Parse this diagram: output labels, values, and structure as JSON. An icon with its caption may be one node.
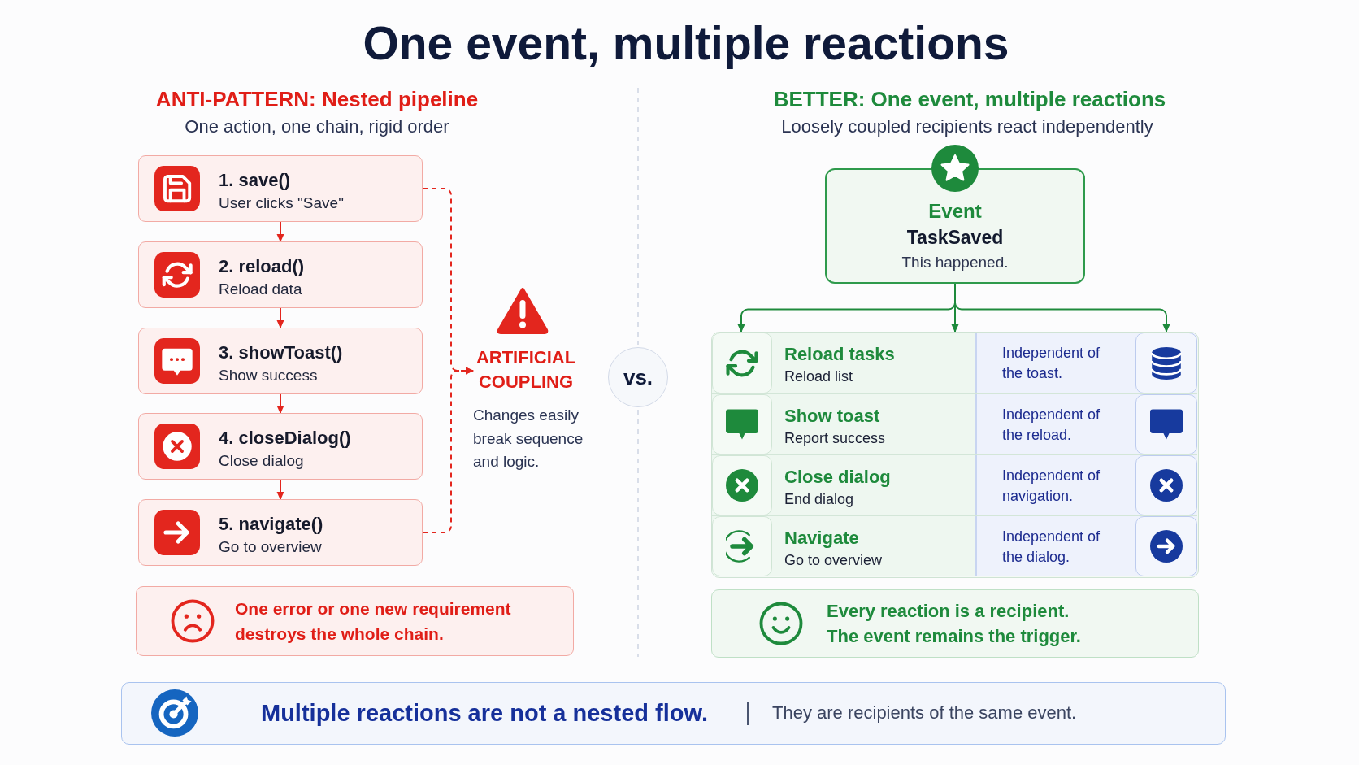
{
  "diagram": {
    "title": "One event, multiple reactions",
    "nodes": [
      {
        "text": [
          "1. save()",
          "User clicks \"Save\""
        ]
      },
      {
        "text": [
          "2. reload()",
          "Reload data"
        ]
      },
      {
        "text": [
          "3. showToast()",
          "Show success"
        ]
      },
      {
        "text": [
          "4. closeDialog()",
          "Close dialog"
        ]
      },
      {
        "text": [
          "5. navigate()",
          "Go to overview"
        ]
      },
      {
        "text": [
          "ARTIFICIAL COUPLING",
          "Changes easily break sequence and logic."
        ]
      },
      {
        "text": [
          "One error or one new requirement destroys the whole chain."
        ]
      },
      {
        "text": [
          "vs."
        ]
      },
      {
        "text": [
          "Event",
          "TaskSaved",
          "This happened."
        ]
      },
      {
        "text": [],
        "shape": "box"
      },
      {
        "text": [
          "Reload tasks",
          "Reload list",
          "Independent of the toast."
        ],
        "in": 9
      },
      {
        "text": [
          "Show toast",
          "Report success",
          "Independent of the reload."
        ],
        "in": 9
      },
      {
        "text": [
          "Close dialog",
          "End dialog",
          "Independent of navigation."
        ],
        "in": 9
      },
      {
        "text": [
          "Navigate",
          "Go to overview",
          "Independent of the dialog."
        ],
        "in": 9
      },
      {
        "text": [
          "Every reaction is a recipient. The event remains the trigger."
        ]
      },
      {
        "text": [
          "Multiple reactions are not a nested flow.",
          "They are recipients of the same event."
        ]
      }
    ],
    "edges": [
      {
        "from": 0,
        "to": 1,
        "arrow": "to"
      },
      {
        "from": 1,
        "to": 2,
        "arrow": "to"
      },
      {
        "from": 2,
        "to": 3,
        "arrow": "to"
      },
      {
        "from": 3,
        "to": 4,
        "arrow": "to"
      },
      {
        "from": 0,
        "to": 5,
        "arrow": "to",
        "style": "dashed"
      },
      {
        "from": 4,
        "to": 5,
        "arrow": "to",
        "style": "dashed"
      },
      {
        "from": 8,
        "to": 9,
        "arrow": "to",
        "color": "#1e8a3c"
      },
      {
        "from": 8,
        "to": 9,
        "arrow": "to",
        "color": "#1e8a3c"
      },
      {
        "from": 8,
        "to": 9,
        "arrow": "to",
        "color": "#1e8a3c"
      }
    ],
    "labels": [
      "ANTI-PATTERN: Nested pipeline",
      "One action, one chain, rigid order",
      "BETTER: One event, multiple reactions",
      "Loosely coupled recipients react independently"
    ]
  }
}
